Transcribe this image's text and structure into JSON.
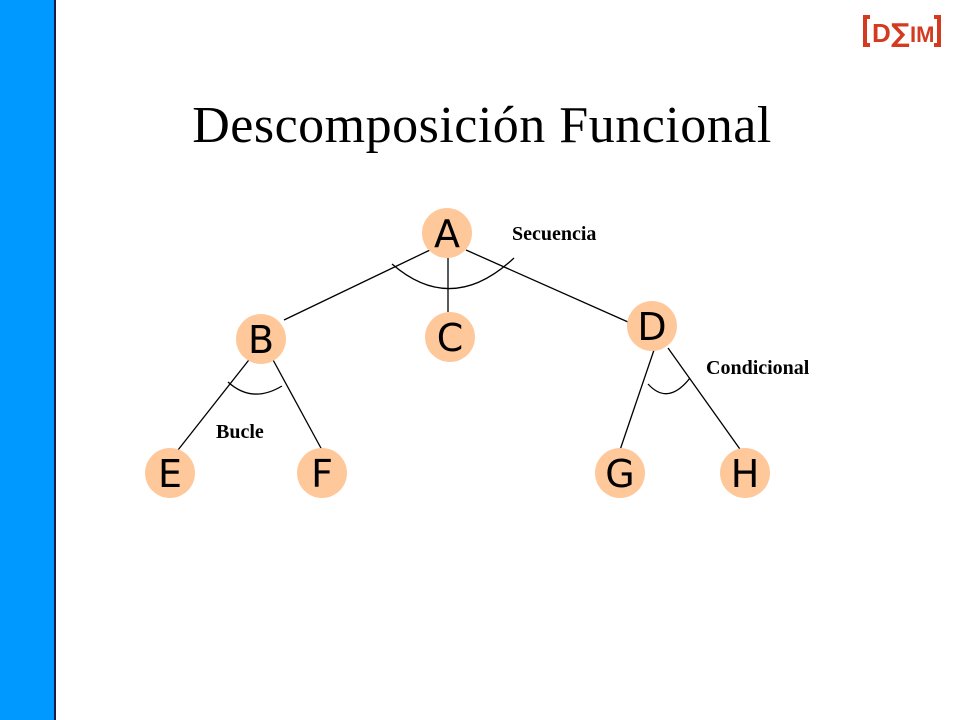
{
  "slide": {
    "title": "Descomposición Funcional",
    "logo_text": "[D∑IM]",
    "accent_color": "#0099ff",
    "node_fill": "#ffc89a",
    "logo_color": "#d33a1f"
  },
  "diagram": {
    "nodes": {
      "a": "A",
      "b": "B",
      "c": "C",
      "d": "D",
      "e": "E",
      "f": "F",
      "g": "G",
      "h": "H"
    },
    "labels": {
      "sequence": "Secuencia",
      "conditional": "Condicional",
      "loop": "Bucle"
    }
  }
}
